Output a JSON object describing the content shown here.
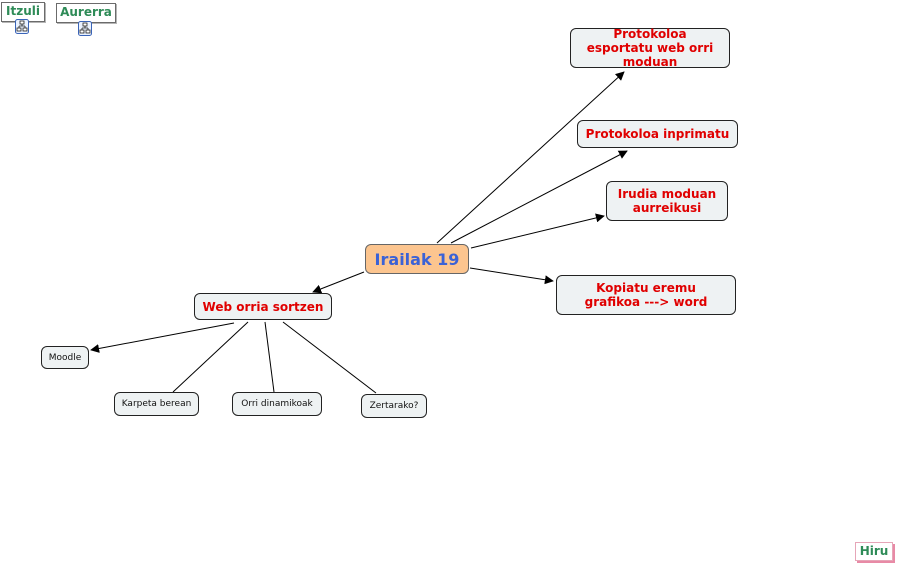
{
  "nav": {
    "back": "Itzuli",
    "forward": "Aurerra",
    "next": "Hiru"
  },
  "icons": {
    "map_icon": "concept-map-icon"
  },
  "map": {
    "central": "Irailak 19",
    "actions": [
      "Protokoloa esportatu web orri moduan",
      "Protokoloa inprimatu",
      "Irudia moduan aurreikusi",
      "Kopiatu eremu grafikoa ---> word"
    ],
    "web": {
      "label": "Web orria sortzen",
      "children": [
        "Moodle",
        "Karpeta berean",
        "Orri dinamikoak",
        "Zertarako?"
      ]
    }
  },
  "colors": {
    "central_fill": "#fcc58f",
    "central_text": "#3b62d6",
    "node_fill": "#eef2f3",
    "node_text_red": "#e00000",
    "nav_text": "#2e8b57"
  }
}
